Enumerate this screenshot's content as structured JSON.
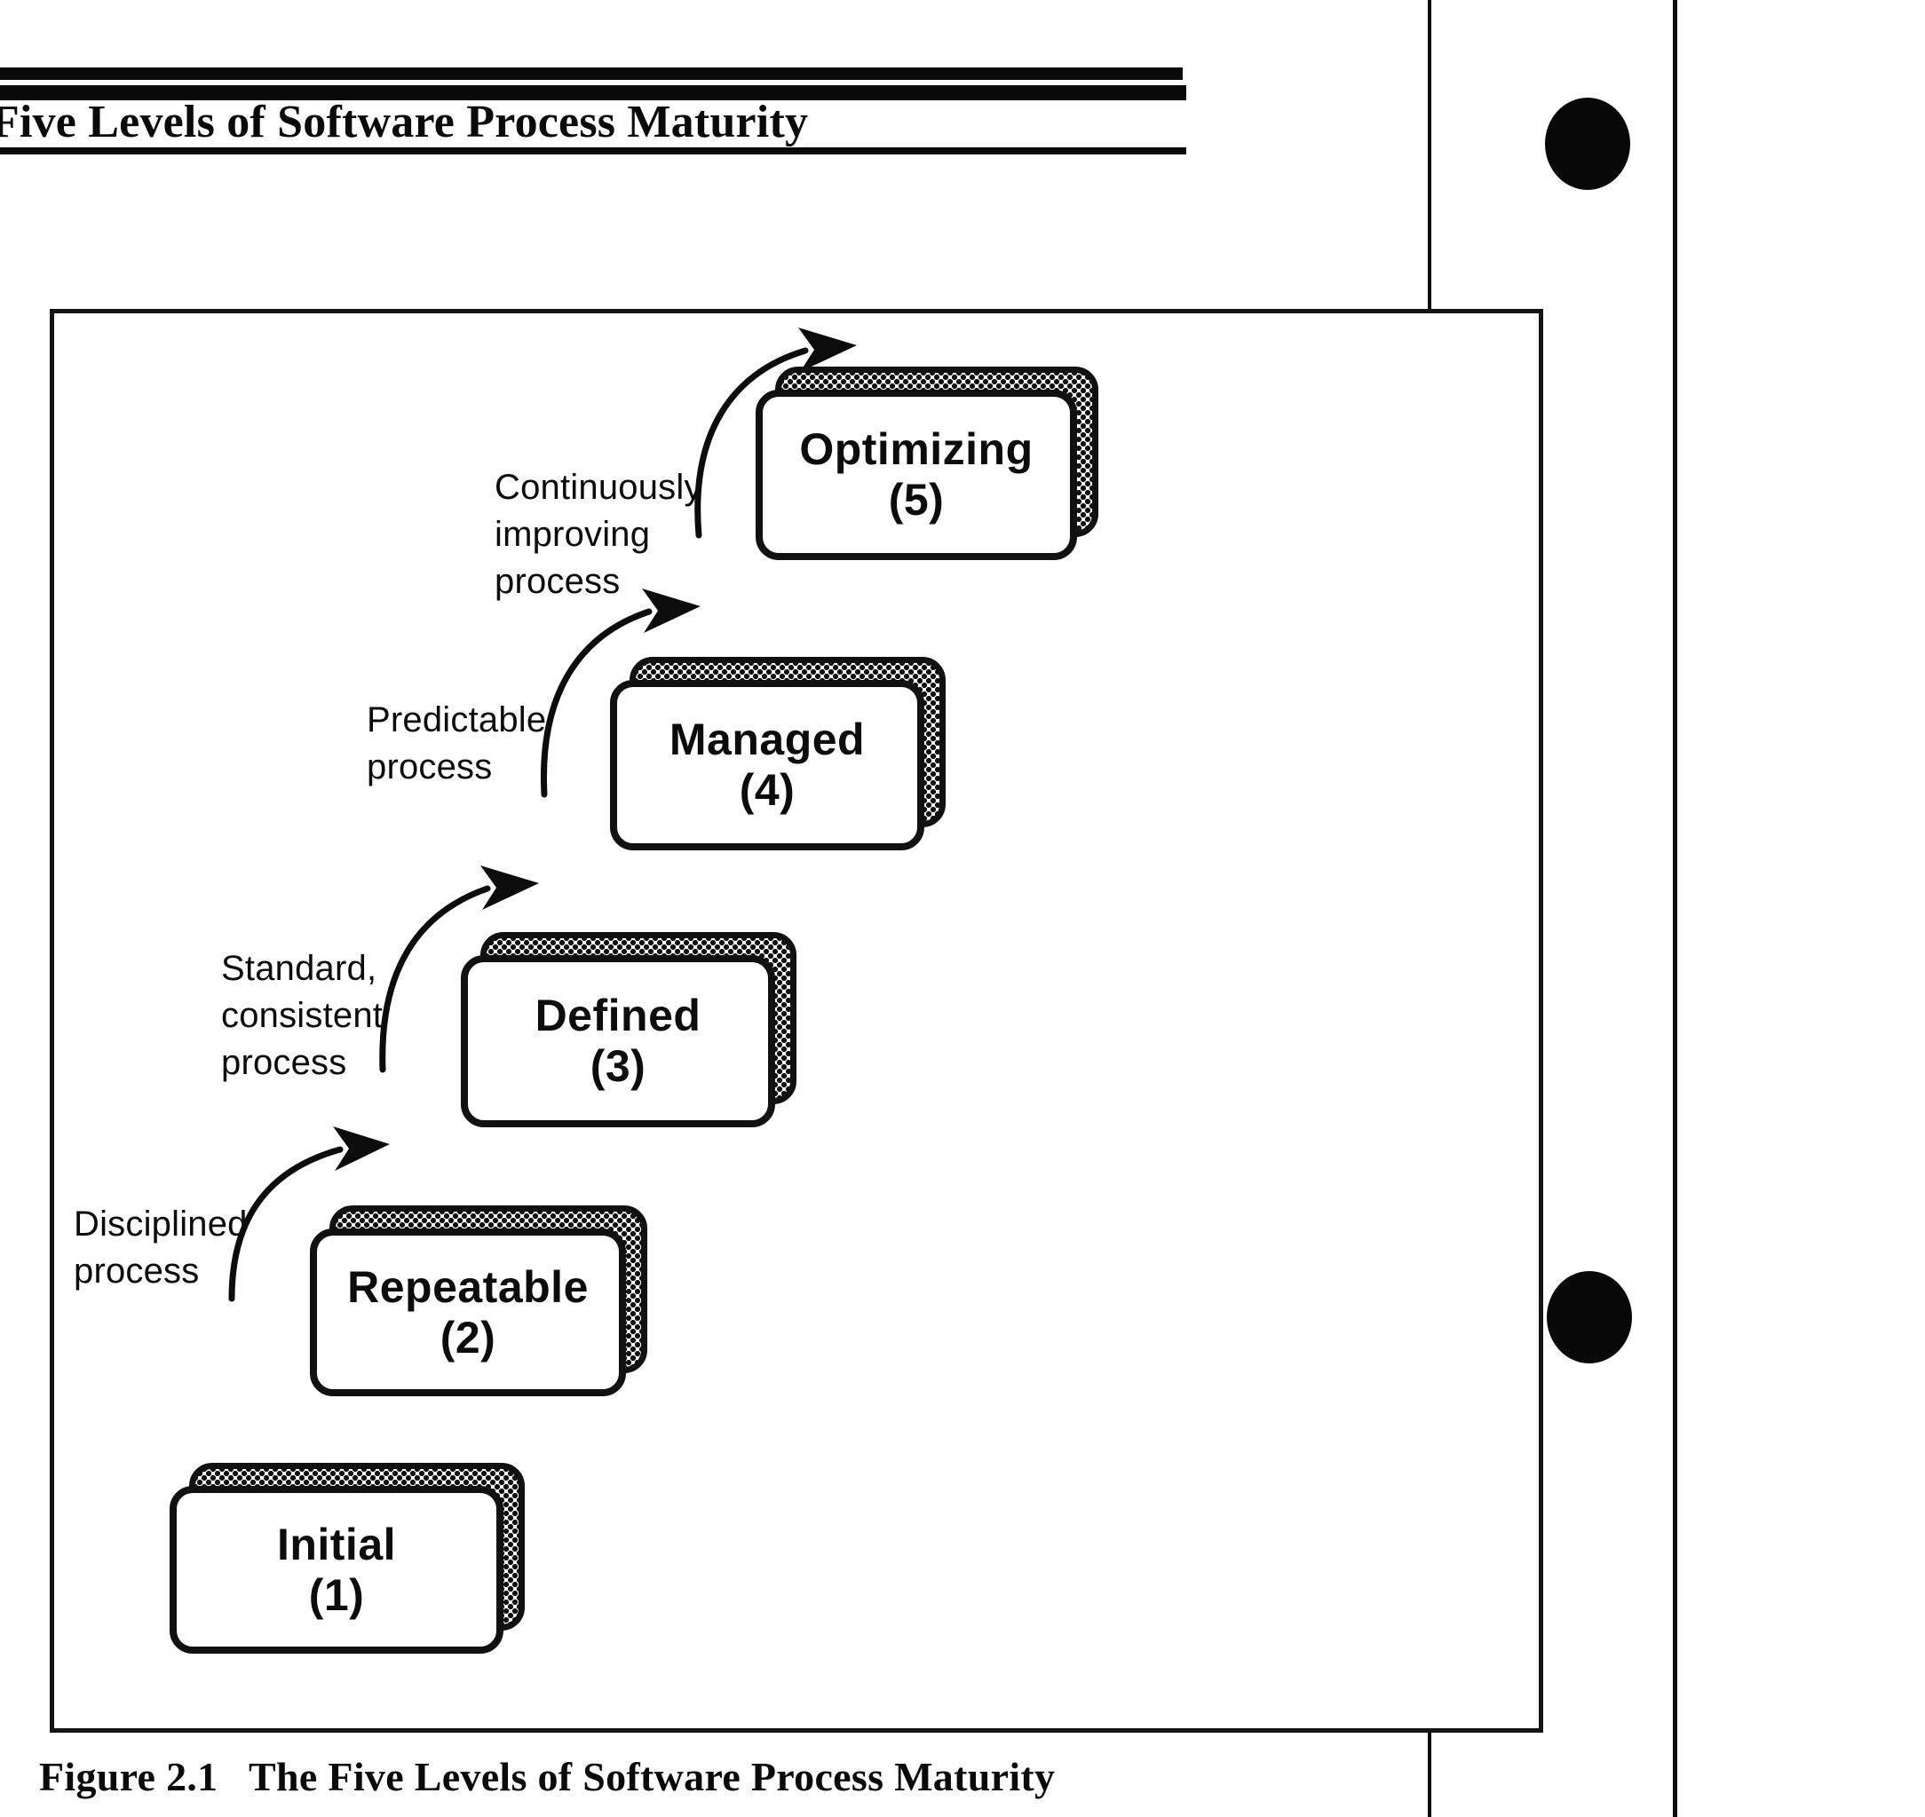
{
  "page": {
    "running_head": "Five Levels of Software Process Maturity",
    "figure_caption": "Figure 2.1   The Five Levels of Software Process Maturity",
    "ink_color": "#0c0c0c",
    "paper_color": "#ffffff"
  },
  "diagram": {
    "title": "The Five Levels of Software Process Maturity",
    "levels": [
      {
        "name": "Initial",
        "number": "(1)"
      },
      {
        "name": "Repeatable",
        "number": "(2)"
      },
      {
        "name": "Defined",
        "number": "(3)"
      },
      {
        "name": "Managed",
        "number": "(4)"
      },
      {
        "name": "Optimizing",
        "number": "(5)"
      }
    ],
    "transitions": [
      {
        "label": "Disciplined\nprocess",
        "from": "Initial",
        "to": "Repeatable"
      },
      {
        "label": "Standard,\nconsistent\nprocess",
        "from": "Repeatable",
        "to": "Defined"
      },
      {
        "label": "Predictable\nprocess",
        "from": "Defined",
        "to": "Managed"
      },
      {
        "label": "Continuously\nimproving\nprocess",
        "from": "Managed",
        "to": "Optimizing"
      }
    ]
  }
}
